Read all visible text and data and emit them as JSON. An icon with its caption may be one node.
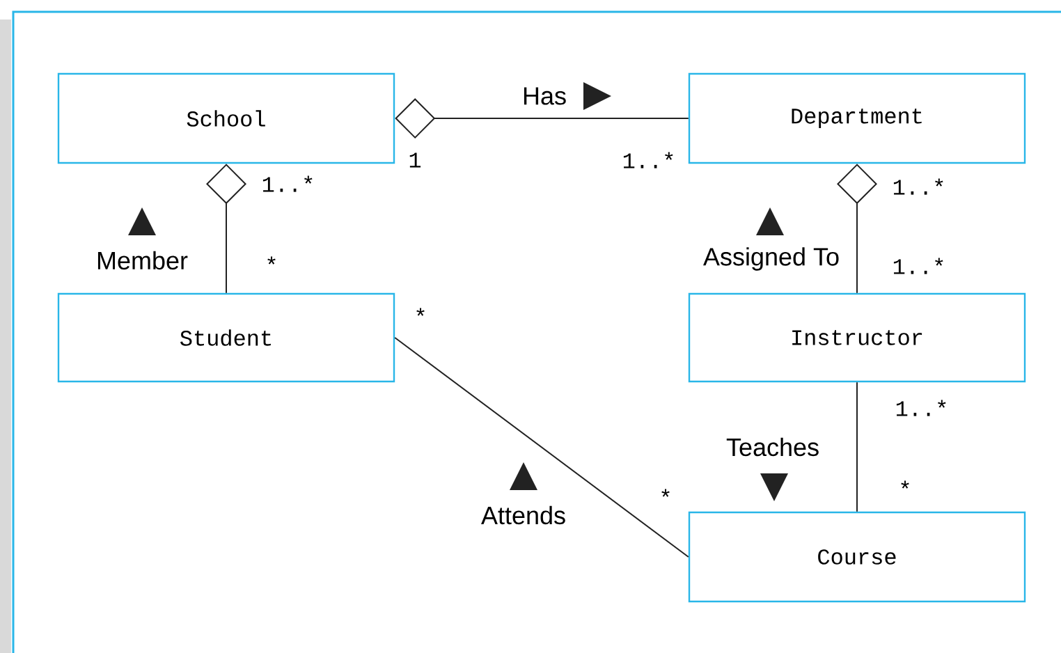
{
  "diagram": {
    "nodes": [
      {
        "text": [
          "School"
        ]
      },
      {
        "text": [
          "Department"
        ]
      },
      {
        "text": [
          "Student"
        ]
      },
      {
        "text": [
          "Instructor"
        ]
      },
      {
        "text": [
          "Course"
        ]
      }
    ],
    "edges": [
      {
        "from": 0,
        "to": 1,
        "arrow": "other",
        "label": "Has"
      },
      {
        "from": 0,
        "to": 2,
        "arrow": "other",
        "label": "Member"
      },
      {
        "from": 1,
        "to": 3,
        "arrow": "other",
        "label": "Assigned To"
      },
      {
        "from": 2,
        "to": 4,
        "arrow": "none",
        "label": "Attends"
      },
      {
        "from": 3,
        "to": 4,
        "arrow": "none",
        "label": "Teaches"
      }
    ],
    "labels": [
      "1",
      "1..*",
      "1..*",
      "1..*",
      "*",
      "1..*",
      "*",
      "1..*",
      "*",
      "*"
    ]
  }
}
